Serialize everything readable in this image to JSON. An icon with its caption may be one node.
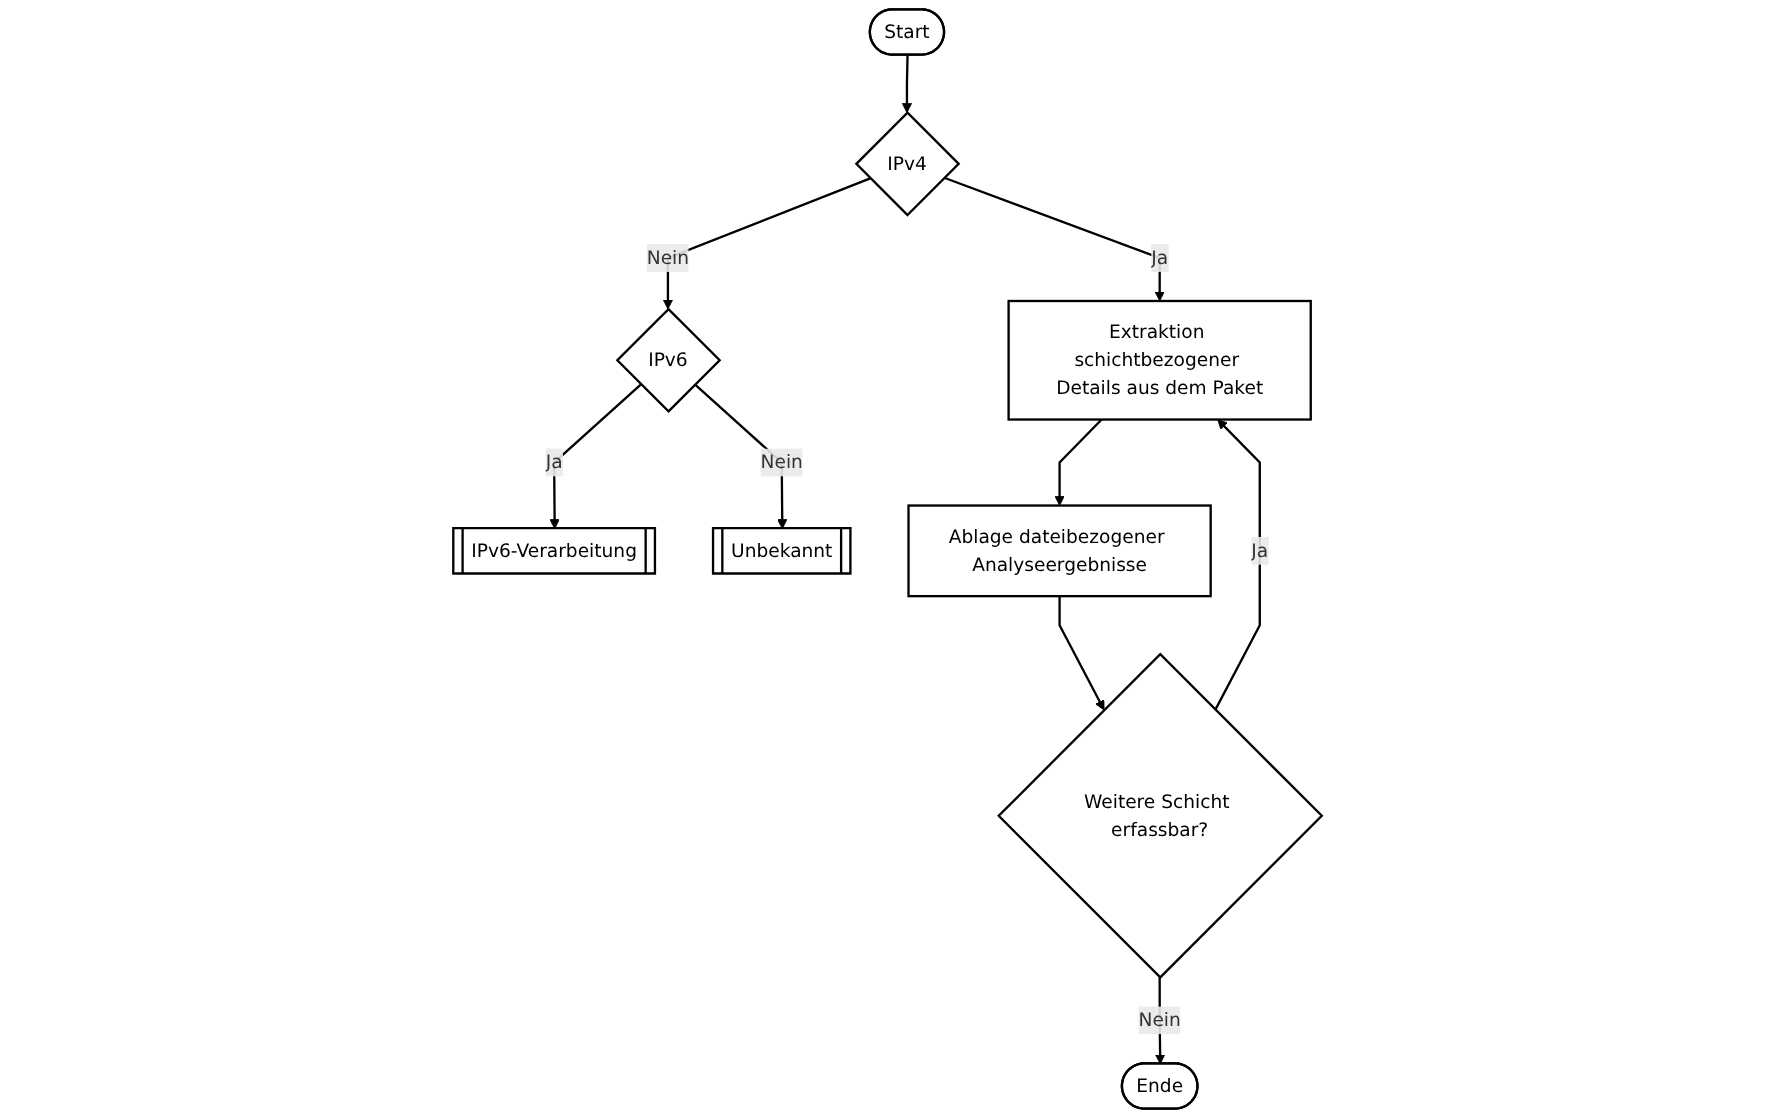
{
  "diagram": {
    "nodes": [
      {
        "text": [
          "Start"
        ]
      },
      {
        "text": [
          "IPv4"
        ]
      },
      {
        "text": [
          "IPv6"
        ]
      },
      {
        "text": [
          "Extraktion schichtbezogener Details aus dem Paket"
        ]
      },
      {
        "text": [
          "IPv6-Verarbeitung"
        ]
      },
      {
        "text": [
          "Unbekannt"
        ]
      },
      {
        "text": [
          "Ablage dateibezogener Analyseergebnisse"
        ]
      },
      {
        "text": [
          "Weitere Schicht erfassbar?"
        ]
      },
      {
        "text": [
          "Ende"
        ]
      }
    ],
    "edges": [
      {
        "from": 0,
        "to": 1,
        "arrow": "to"
      },
      {
        "from": 1,
        "to": 2,
        "arrow": "to",
        "label": "Nein"
      },
      {
        "from": 1,
        "to": 3,
        "arrow": "to",
        "label": "Ja"
      },
      {
        "from": 2,
        "to": 4,
        "arrow": "to",
        "label": "Ja"
      },
      {
        "from": 2,
        "to": 5,
        "arrow": "to",
        "label": "Nein"
      },
      {
        "from": 3,
        "to": 6,
        "arrow": "to"
      },
      {
        "from": 6,
        "to": 7,
        "arrow": "to"
      },
      {
        "from": 7,
        "to": 3,
        "arrow": "to",
        "label": "Ja"
      },
      {
        "from": 7,
        "to": 8,
        "arrow": "to",
        "label": "Nein"
      }
    ]
  }
}
